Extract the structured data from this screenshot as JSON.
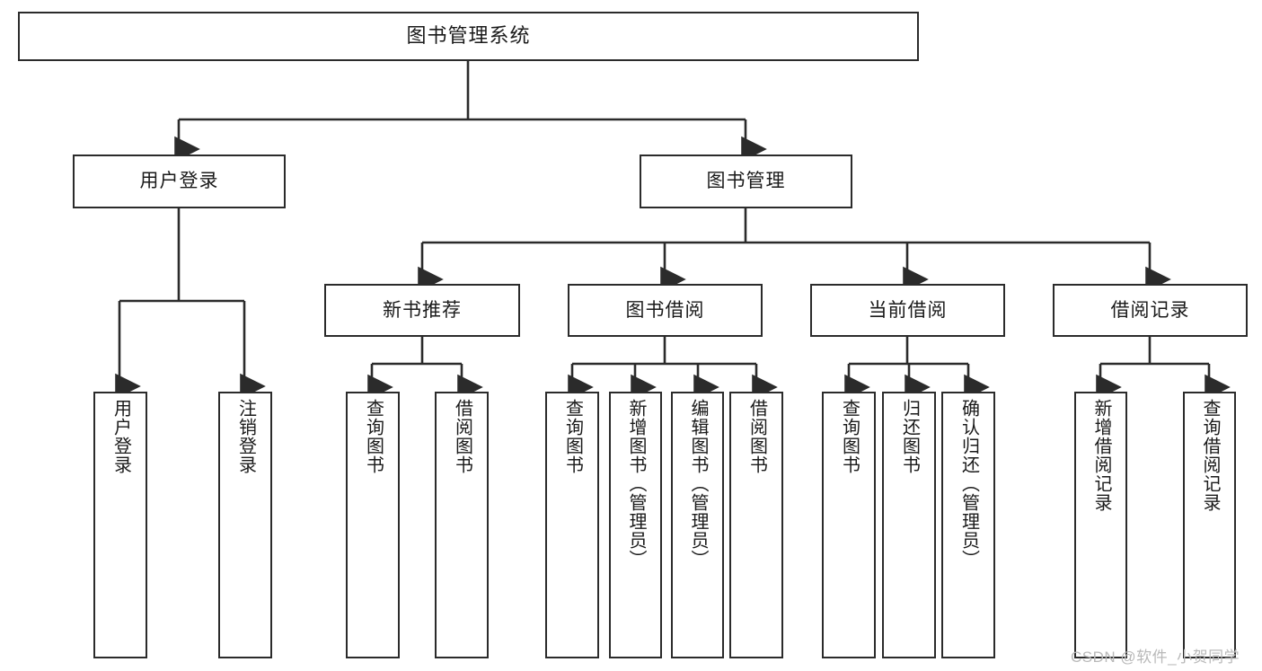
{
  "diagram": {
    "title": "图书管理系统",
    "root": {
      "label": "图书管理系统"
    },
    "level1": [
      {
        "label": "用户登录"
      },
      {
        "label": "图书管理"
      }
    ],
    "level2": [
      {
        "label": "新书推荐"
      },
      {
        "label": "图书借阅"
      },
      {
        "label": "当前借阅"
      },
      {
        "label": "借阅记录"
      }
    ],
    "leaves": {
      "user_login": [
        {
          "label": "用户登录"
        },
        {
          "label": "注销登录"
        }
      ],
      "new_book_recommend": [
        {
          "label": "查询图书"
        },
        {
          "label": "借阅图书"
        }
      ],
      "book_borrow": [
        {
          "label": "查询图书"
        },
        {
          "label": "新增图书（管理员）"
        },
        {
          "label": "编辑图书（管理员）"
        },
        {
          "label": "借阅图书"
        }
      ],
      "current_borrow": [
        {
          "label": "查询图书"
        },
        {
          "label": "归还图书"
        },
        {
          "label": "确认归还（管理员）"
        }
      ],
      "borrow_record": [
        {
          "label": "新增借阅记录"
        },
        {
          "label": "查询借阅记录"
        }
      ]
    }
  },
  "watermark": {
    "text": "CSDN @软件_小贺同学"
  },
  "colors": {
    "stroke": "#2b2b2b",
    "background": "#ffffff",
    "text": "#1a1a1a",
    "watermark": "#b9b9b9"
  }
}
